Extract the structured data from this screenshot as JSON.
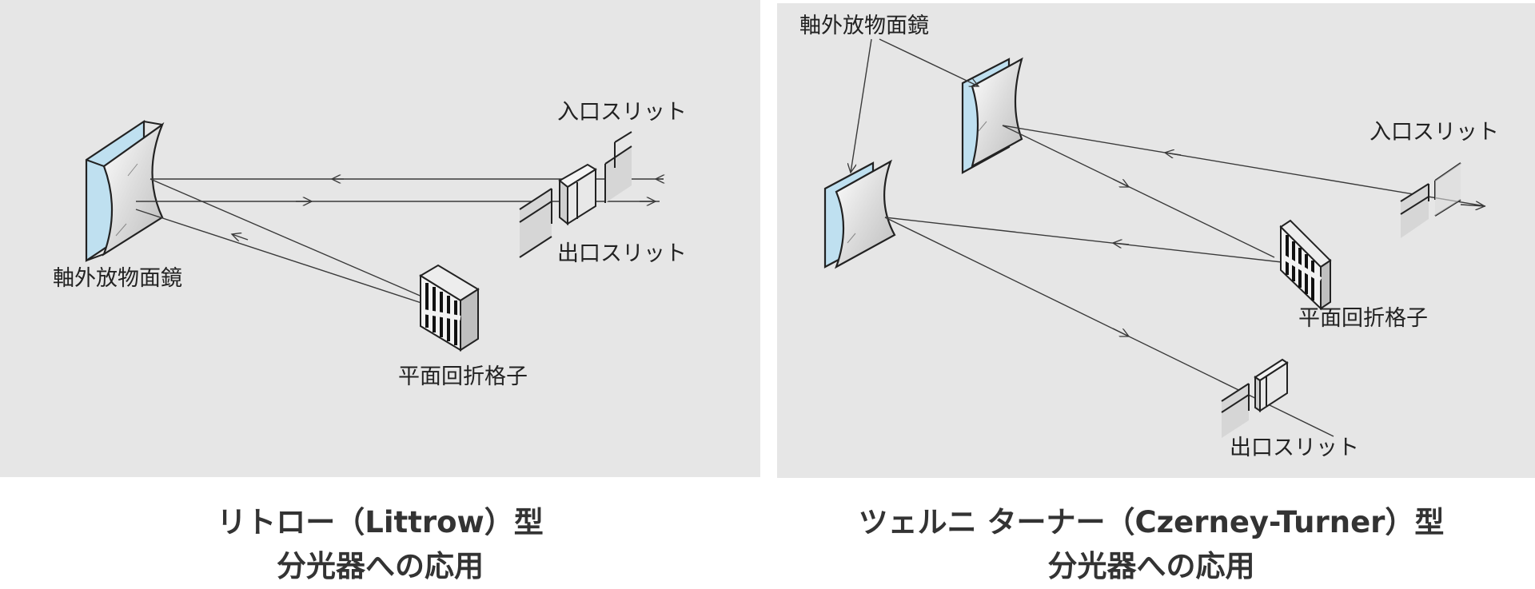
{
  "left": {
    "labels": {
      "entrance_slit": "入口スリット",
      "exit_slit": "出口スリット",
      "mirror": "軸外放物面鏡",
      "grating": "平面回折格子"
    },
    "caption_line1": "リトロー（Littrow）型",
    "caption_line2": "分光器への応用"
  },
  "right": {
    "labels": {
      "mirror": "軸外放物面鏡",
      "entrance_slit": "入口スリット",
      "grating": "平面回折格子",
      "exit_slit": "出口スリット"
    },
    "caption_line1": "ツェルニ ターナー（Czerney-Turner）型",
    "caption_line2": "分光器への応用"
  },
  "colors": {
    "panel_bg": "#e6e6e6",
    "mirror_edge": "#bfe0f0",
    "text": "#333333"
  }
}
